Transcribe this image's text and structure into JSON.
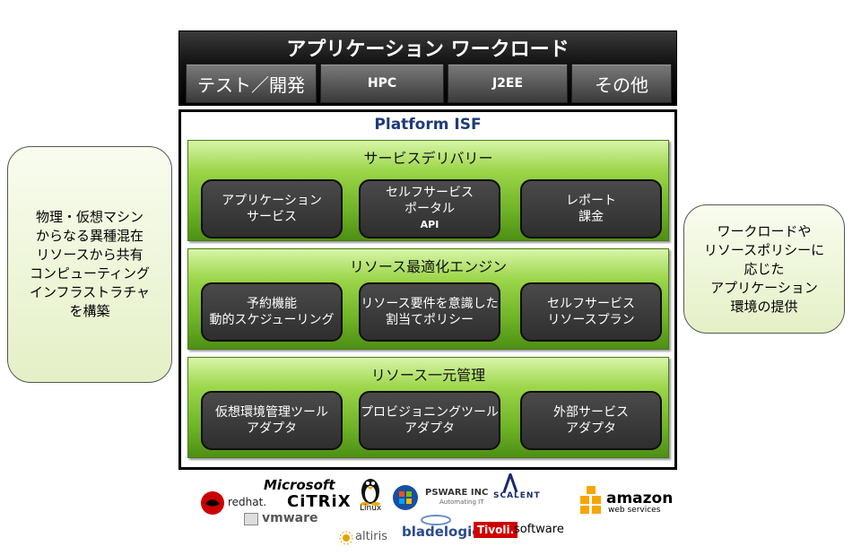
{
  "workload": {
    "title": "アプリケーション ワークロード",
    "tabs": [
      "テスト／開発",
      "HPC",
      "J2EE",
      "その他"
    ]
  },
  "platform": {
    "title": "Platform ISF",
    "layers": [
      {
        "title": "サービスデリバリー",
        "cells": [
          {
            "lines": [
              "アプリケーション",
              "サービス"
            ],
            "sub": ""
          },
          {
            "lines": [
              "セルフサービス",
              "ポータル"
            ],
            "sub": "API"
          },
          {
            "lines": [
              "レポート",
              "課金"
            ],
            "sub": ""
          }
        ]
      },
      {
        "title": "リソース最適化エンジン",
        "cells": [
          {
            "lines": [
              "予約機能",
              "動的スケジューリング"
            ],
            "sub": ""
          },
          {
            "lines": [
              "リソース要件を意識した",
              "割当てポリシー"
            ],
            "sub": ""
          },
          {
            "lines": [
              "セルフサービス",
              "リソースプラン"
            ],
            "sub": ""
          }
        ]
      },
      {
        "title": "リソース一元管理",
        "cells": [
          {
            "lines": [
              "仮想環境管理ツール",
              "アダプタ"
            ],
            "sub": ""
          },
          {
            "lines": [
              "プロビジョニングツール",
              "アダプタ"
            ],
            "sub": ""
          },
          {
            "lines": [
              "外部サービス",
              "アダプタ"
            ],
            "sub": ""
          }
        ]
      }
    ]
  },
  "left_note": [
    "物理・仮想マシン",
    "からなる異種混在",
    "リソースから共有",
    "コンピューティング",
    "インフラストラチャ",
    "を構築"
  ],
  "right_note": [
    "ワークロードや",
    "リソースポリシーに",
    "応じた",
    "アプリケーション",
    "環境の提供"
  ],
  "logos": {
    "redhat": "redhat.",
    "microsoft": "Microsoft",
    "citrix": "CiTRiX",
    "vmware": "vmware",
    "linux": "Linux",
    "psware": "PSWARE INC",
    "psware_sub": "Automating IT",
    "scalent": "SCALENT",
    "amazon": "amazon",
    "amazon_sub": "web services",
    "altiris": "altiris",
    "bladelogic": "bladelogic",
    "tivoli": "Tivoli.",
    "software": "software"
  },
  "colors": {
    "layer_green": "#6fb326",
    "cell_dark": "#333333",
    "platform_title": "#1f3a7a",
    "note_bg": "#eef6d8"
  }
}
